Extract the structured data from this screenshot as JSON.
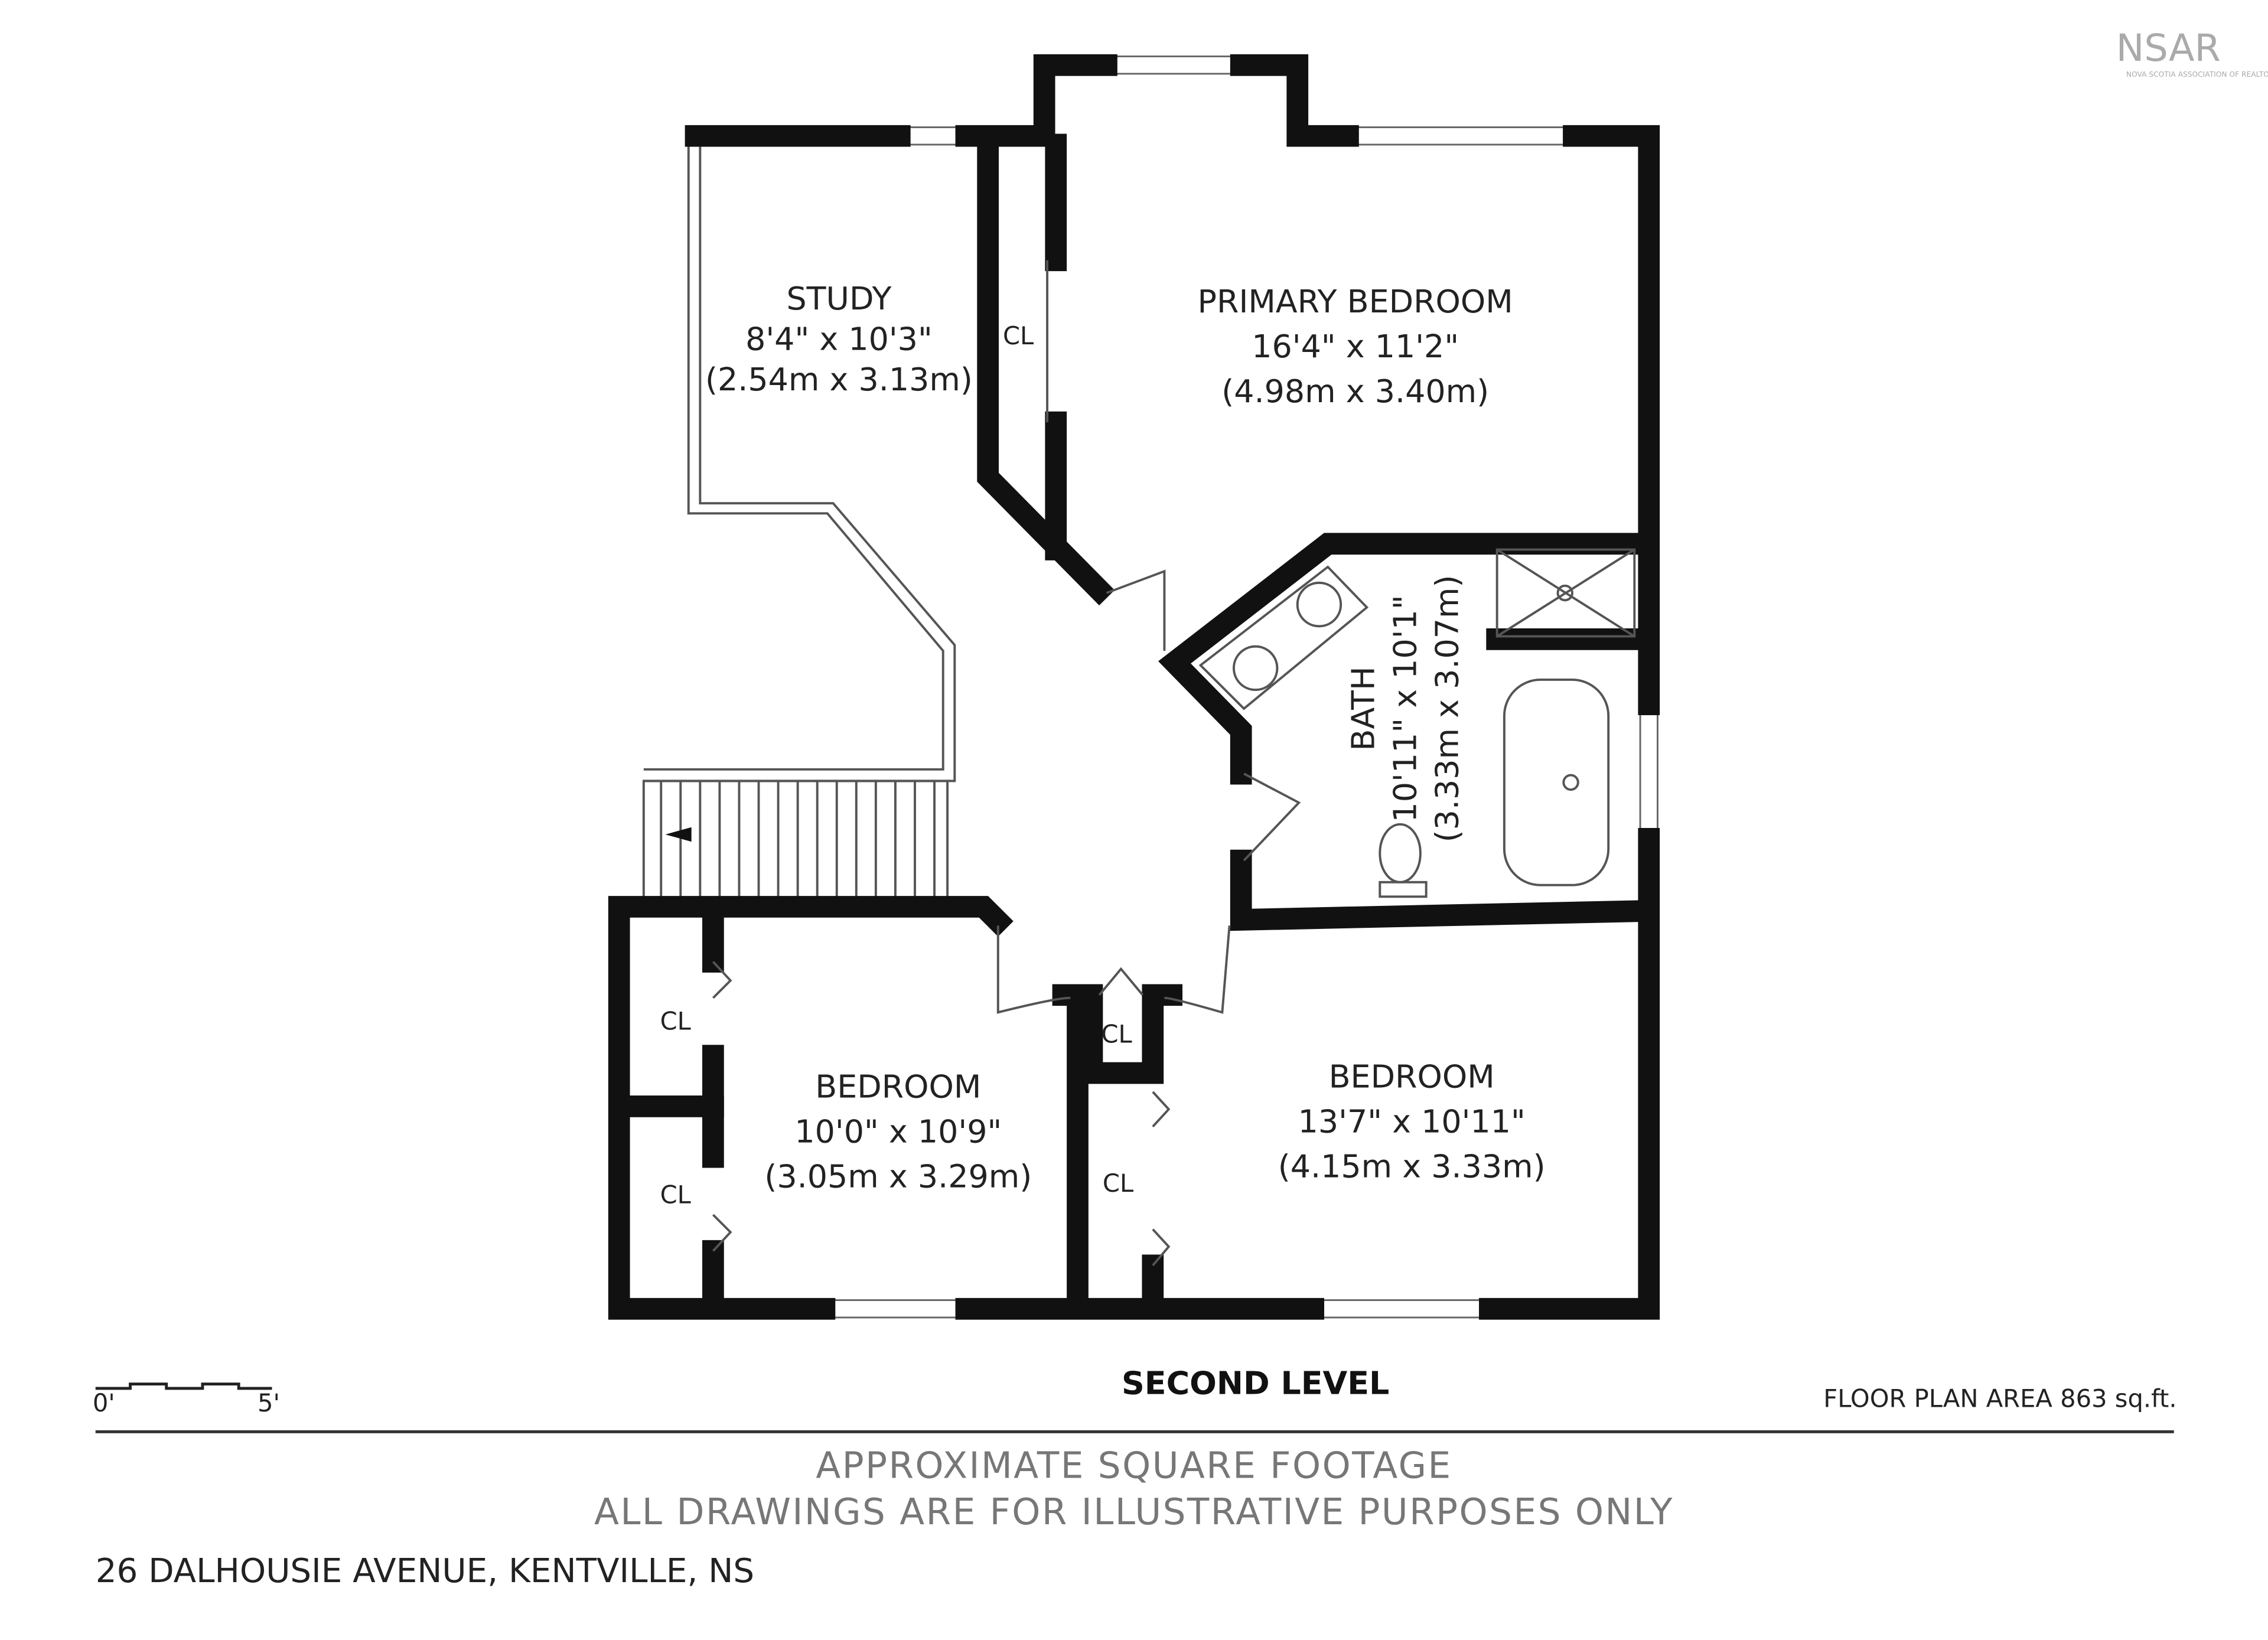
{
  "logo": {
    "text": "NSAR",
    "subtitle": "NOVA SCOTIA ASSOCIATION OF REALTORS"
  },
  "rooms": {
    "study": {
      "name": "STUDY",
      "imperial": "8'4\" x 10'3\"",
      "metric": "(2.54m x 3.13m)"
    },
    "primary": {
      "name": "PRIMARY BEDROOM",
      "imperial": "16'4\" x 11'2\"",
      "metric": "(4.98m x 3.40m)"
    },
    "bath": {
      "name": "BATH",
      "imperial": "10'11\" x 10'1\"",
      "metric": "(3.33m x 3.07m)"
    },
    "bedroom1": {
      "name": "BEDROOM",
      "imperial": "10'0\" x 10'9\"",
      "metric": "(3.05m x 3.29m)"
    },
    "bedroom2": {
      "name": "BEDROOM",
      "imperial": "13'7\" x 10'11\"",
      "metric": "(4.15m x 3.33m)"
    }
  },
  "closet_label": "CL",
  "scale": {
    "start": "0'",
    "end": "5'"
  },
  "level_title": "SECOND LEVEL",
  "area": "FLOOR PLAN AREA 863 sq.ft.",
  "disclaimer": [
    "APPROXIMATE SQUARE FOOTAGE",
    "ALL DRAWINGS ARE FOR ILLUSTRATIVE PURPOSES ONLY"
  ],
  "address": "26 DALHOUSIE AVENUE, KENTVILLE, NS"
}
